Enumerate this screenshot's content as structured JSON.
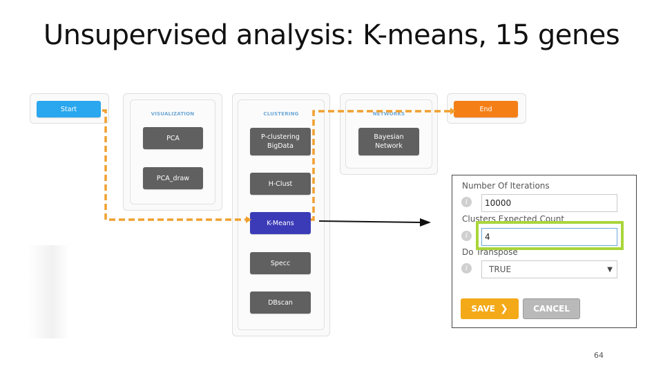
{
  "slide": {
    "title": "Unsupervised analysis: K-means, 15 genes",
    "page_number": "64"
  },
  "workflow": {
    "start": {
      "label": "Start"
    },
    "end": {
      "label": "End"
    },
    "visualization": {
      "label": "VISUALIZATION",
      "nodes": [
        "PCA",
        "PCA_draw"
      ]
    },
    "clustering": {
      "label": "CLUSTERING",
      "nodes": [
        "P-clustering\nBigData",
        "H-Clust",
        "K-Means",
        "Specc",
        "DBscan"
      ]
    },
    "networks": {
      "label": "NETWORKS",
      "nodes": [
        "Bayesian\nNetwork"
      ]
    },
    "selected_node": "K-Means",
    "colors": {
      "start": "#2aa7ee",
      "end": "#f57f17",
      "selected": "#3b3bb8",
      "node": "#606060",
      "path": "#f0a030",
      "highlight": "#a9d63a"
    }
  },
  "params": {
    "iterations_label": "Number Of Iterations",
    "iterations_value": "10000",
    "clusters_label": "Clusters Expected Count",
    "clusters_value": "4",
    "transpose_label": "Do Transpose",
    "transpose_value": "TRUE",
    "info_icon": "i",
    "save_label": "SAVE",
    "cancel_label": "CANCEL"
  }
}
